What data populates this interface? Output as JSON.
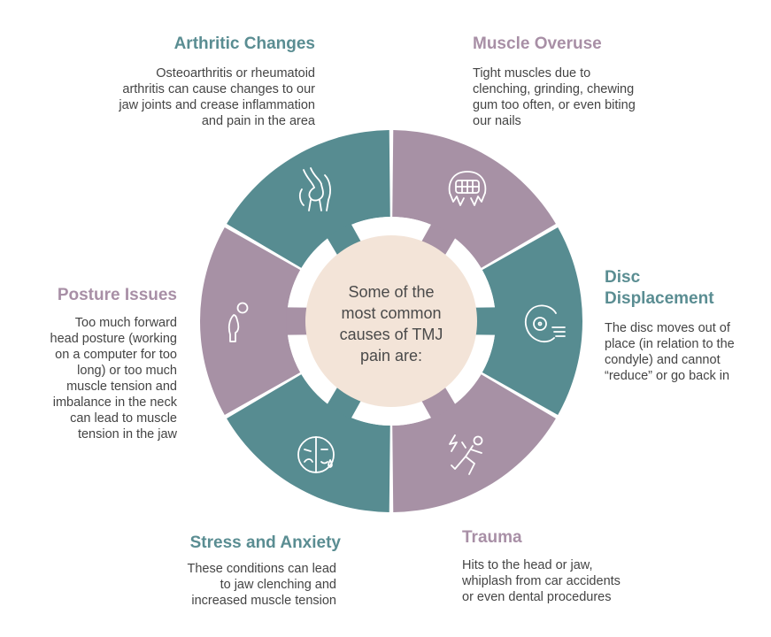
{
  "center": {
    "text": "Some of the\nmost common\ncauses of TMJ\npain are:"
  },
  "colors": {
    "teal": "#578c91",
    "mauve": "#a791a5",
    "center": "#f3e4d8",
    "text": "#444444"
  },
  "segments": [
    {
      "id": "arthritic",
      "title": "Arthritic Changes",
      "color": "teal",
      "icon": "knee-joint-icon",
      "desc": "Osteoarthritis or rheumatoid\narthritis can cause changes to our\njaw joints and crease inflammation\nand pain in the area"
    },
    {
      "id": "muscle",
      "title": "Muscle Overuse",
      "color": "mauve",
      "icon": "clenched-teeth-icon",
      "desc": "Tight muscles due to\nclenching, grinding, chewing\ngum too often, or even biting\nour nails"
    },
    {
      "id": "disc",
      "title": "Disc\nDisplacement",
      "color": "teal",
      "icon": "disc-icon",
      "desc": "The disc moves out of\nplace (in relation to the\ncondyle) and cannot\n“reduce” or go back in"
    },
    {
      "id": "trauma",
      "title": "Trauma",
      "color": "mauve",
      "icon": "falling-person-icon",
      "desc": "Hits to the head or jaw,\nwhiplash from car accidents\nor even dental procedures"
    },
    {
      "id": "stress",
      "title": "Stress and Anxiety",
      "color": "teal",
      "icon": "sad-face-icon",
      "desc": "These conditions can lead\nto jaw clenching and\nincreased muscle tension"
    },
    {
      "id": "posture",
      "title": "Posture Issues",
      "color": "mauve",
      "icon": "posture-person-icon",
      "desc": "Too much forward\nhead posture (working\non a computer for too\nlong) or too much\nmuscle tension and\nimbalance in the neck\ncan lead to muscle\ntension in the jaw"
    }
  ]
}
